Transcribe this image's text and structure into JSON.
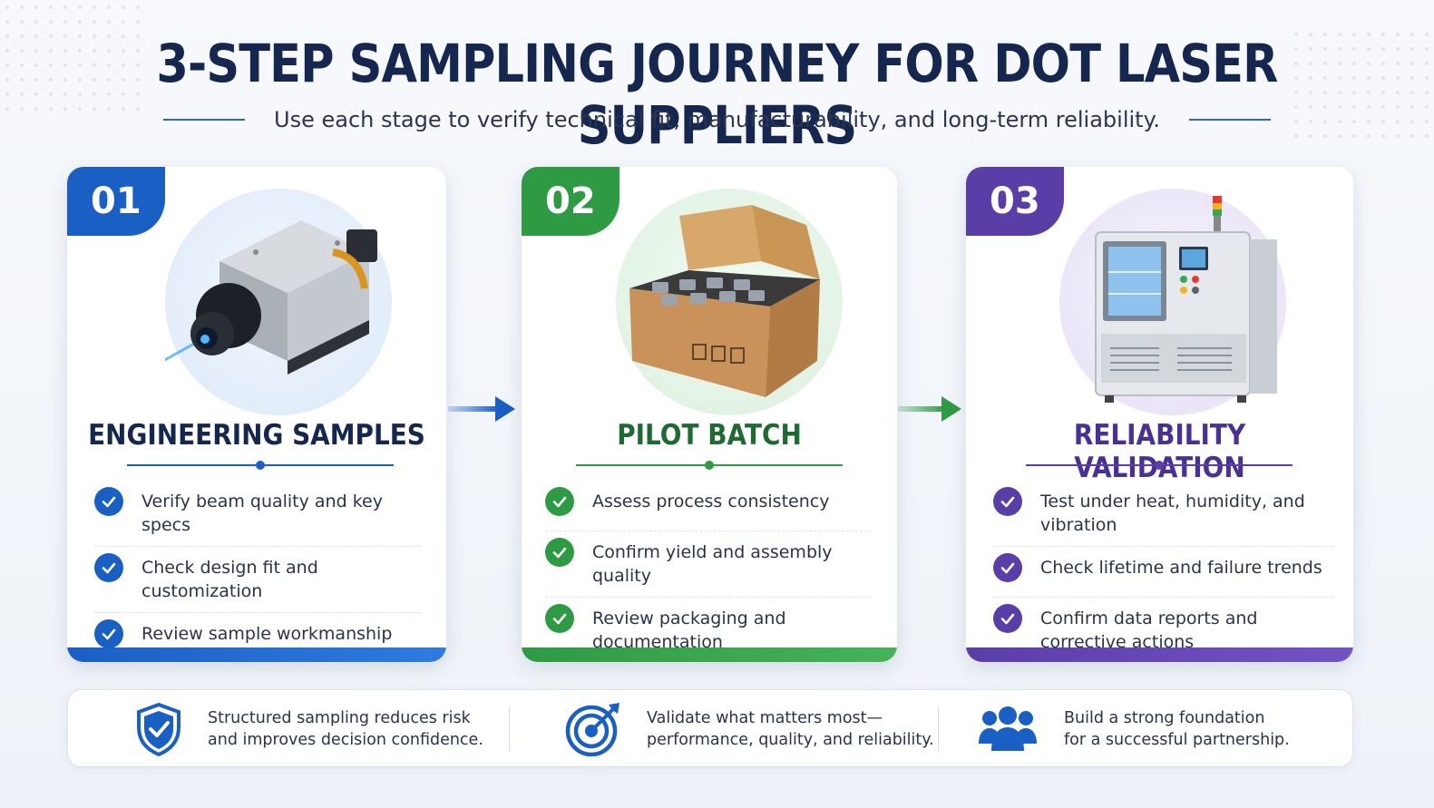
{
  "title": "3-STEP SAMPLING JOURNEY FOR DOT LASER SUPPLIERS",
  "subtitle": "Use each stage to verify technical fit, manufacturability, and long-term reliability.",
  "colors": {
    "title": "#15264f",
    "step1": "#1a5fc4",
    "step2": "#2f9a44",
    "step3": "#5a3ea8"
  },
  "steps": [
    {
      "number": "01",
      "title": "ENGINEERING SAMPLES",
      "image_icon": "laser-module-icon",
      "items": [
        "Verify beam quality and key specs",
        "Check design fit and customization",
        "Review sample workmanship"
      ]
    },
    {
      "number": "02",
      "title": "PILOT BATCH",
      "image_icon": "pilot-box-icon",
      "items": [
        "Assess process consistency",
        "Confirm yield and assembly quality",
        "Review packaging and documentation"
      ]
    },
    {
      "number": "03",
      "title": "RELIABILITY VALIDATION",
      "image_icon": "environmental-chamber-icon",
      "items": [
        "Test under heat, humidity, and vibration",
        "Check lifetime and failure trends",
        "Confirm data reports and corrective actions"
      ]
    }
  ],
  "footer": [
    {
      "icon": "shield-check-icon",
      "line1": "Structured sampling reduces risk",
      "line2": "and improves decision confidence."
    },
    {
      "icon": "target-icon",
      "line1": "Validate what matters most—",
      "line2": "performance, quality, and reliability."
    },
    {
      "icon": "people-icon",
      "line1": "Build a strong foundation",
      "line2": "for a successful partnership."
    }
  ]
}
